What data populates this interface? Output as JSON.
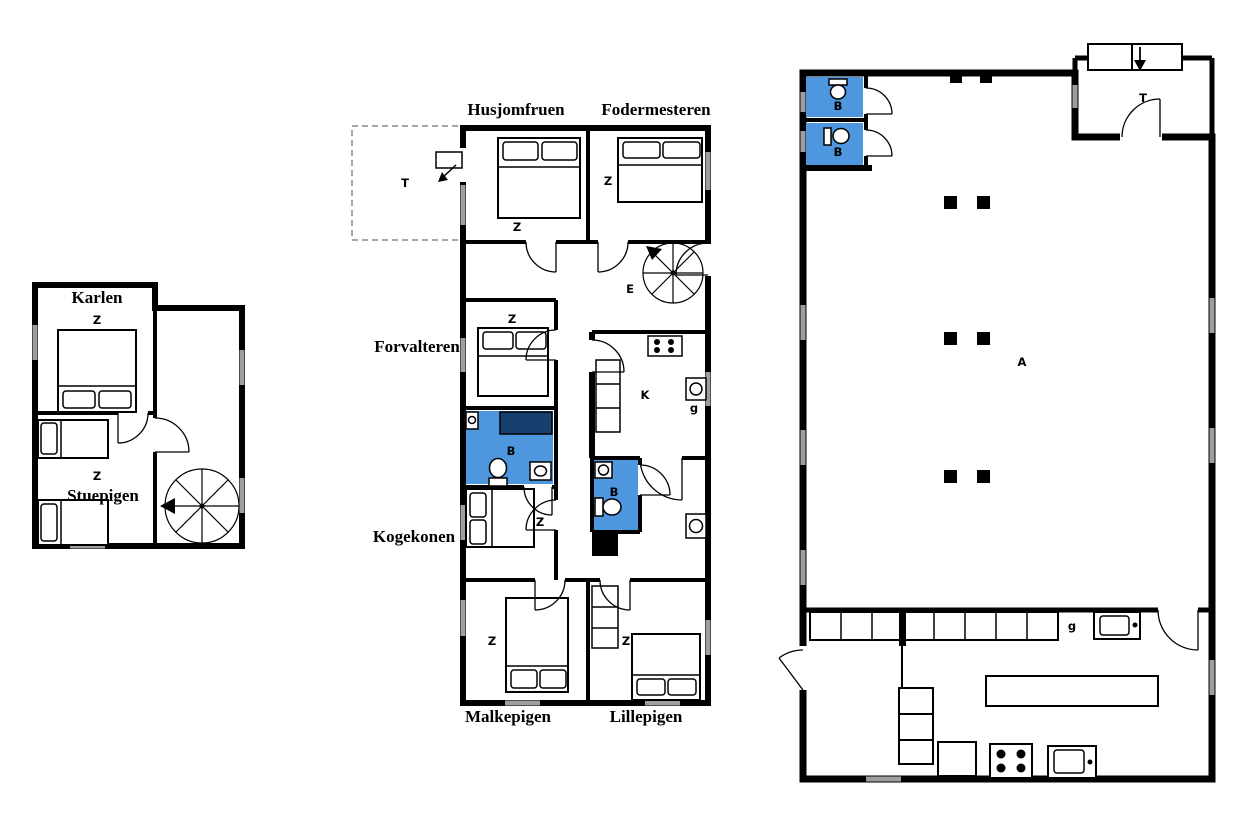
{
  "colors": {
    "wall": "#000000",
    "bath": "#4e96dd",
    "tub": "#17406e",
    "window": "#9e9e9e",
    "terrace_dash": "#888888"
  },
  "left_house": {
    "karlen": "Karlen",
    "karlen_z": "Z",
    "stuepigen_z": "Z",
    "stuepigen": "Stuepigen"
  },
  "middle_house": {
    "husjomfruen": "Husjomfruen",
    "fodermesteren": "Fodermesteren",
    "forvalteren": "Forvalteren",
    "kogekonen": "Kogekonen",
    "malkepigen": "Malkepigen",
    "lillepigen": "Lillepigen",
    "terrace": "T",
    "husjomfruen_z": "Z",
    "fodermesteren_z": "Z",
    "stairs": "E",
    "forvalteren_z": "Z",
    "bath_upper": "B",
    "kitchen": "K",
    "kitchen_g": "g",
    "bath_lower": "B",
    "kogekonen_z": "Z",
    "malkepigen_z": "Z",
    "lillepigen_z": "Z"
  },
  "right_house": {
    "hall": "A",
    "bath_top": "B",
    "bath_bottom": "B",
    "terrace": "T",
    "kitchen_g": "g"
  }
}
